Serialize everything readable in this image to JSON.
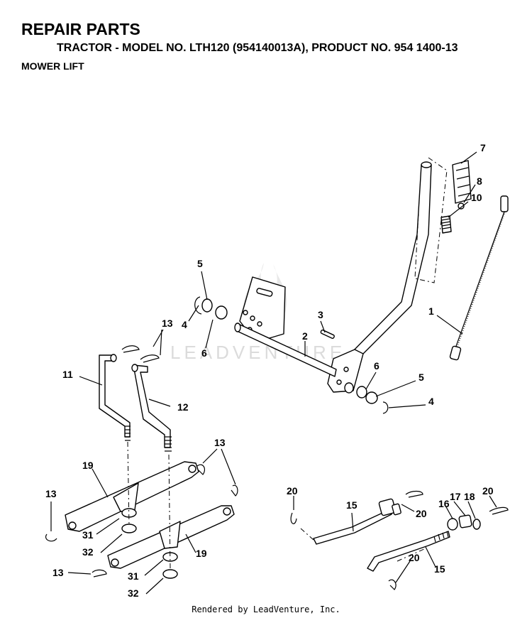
{
  "header": {
    "title": "REPAIR PARTS",
    "subtitle": "TRACTOR - MODEL NO. LTH120 (954140013A), PRODUCT NO. 954 1400-13",
    "section": "MOWER LIFT"
  },
  "watermark": "LEADVENTURE",
  "footer": "Rendered by LeadVenture, Inc.",
  "callouts": {
    "c7": "7",
    "c8": "8",
    "c10": "10",
    "c1": "1",
    "c5a": "5",
    "c4a": "4",
    "c6a": "6",
    "c3": "3",
    "c2": "2",
    "c6b": "6",
    "c5b": "5",
    "c4b": "4",
    "c13a": "13",
    "c11": "11",
    "c12": "12",
    "c13b": "13",
    "c19a": "19",
    "c13c": "13",
    "c31a": "31",
    "c32a": "32",
    "c19b": "19",
    "c13d": "13",
    "c31b": "31",
    "c32b": "32",
    "c20a": "20",
    "c15a": "15",
    "c20b": "20",
    "c16": "16",
    "c17": "17",
    "c18": "18",
    "c20c": "20",
    "c20d": "20",
    "c15b": "15"
  },
  "colors": {
    "ink": "#000000",
    "paper": "#ffffff",
    "watermark": "#d8d8d8"
  }
}
